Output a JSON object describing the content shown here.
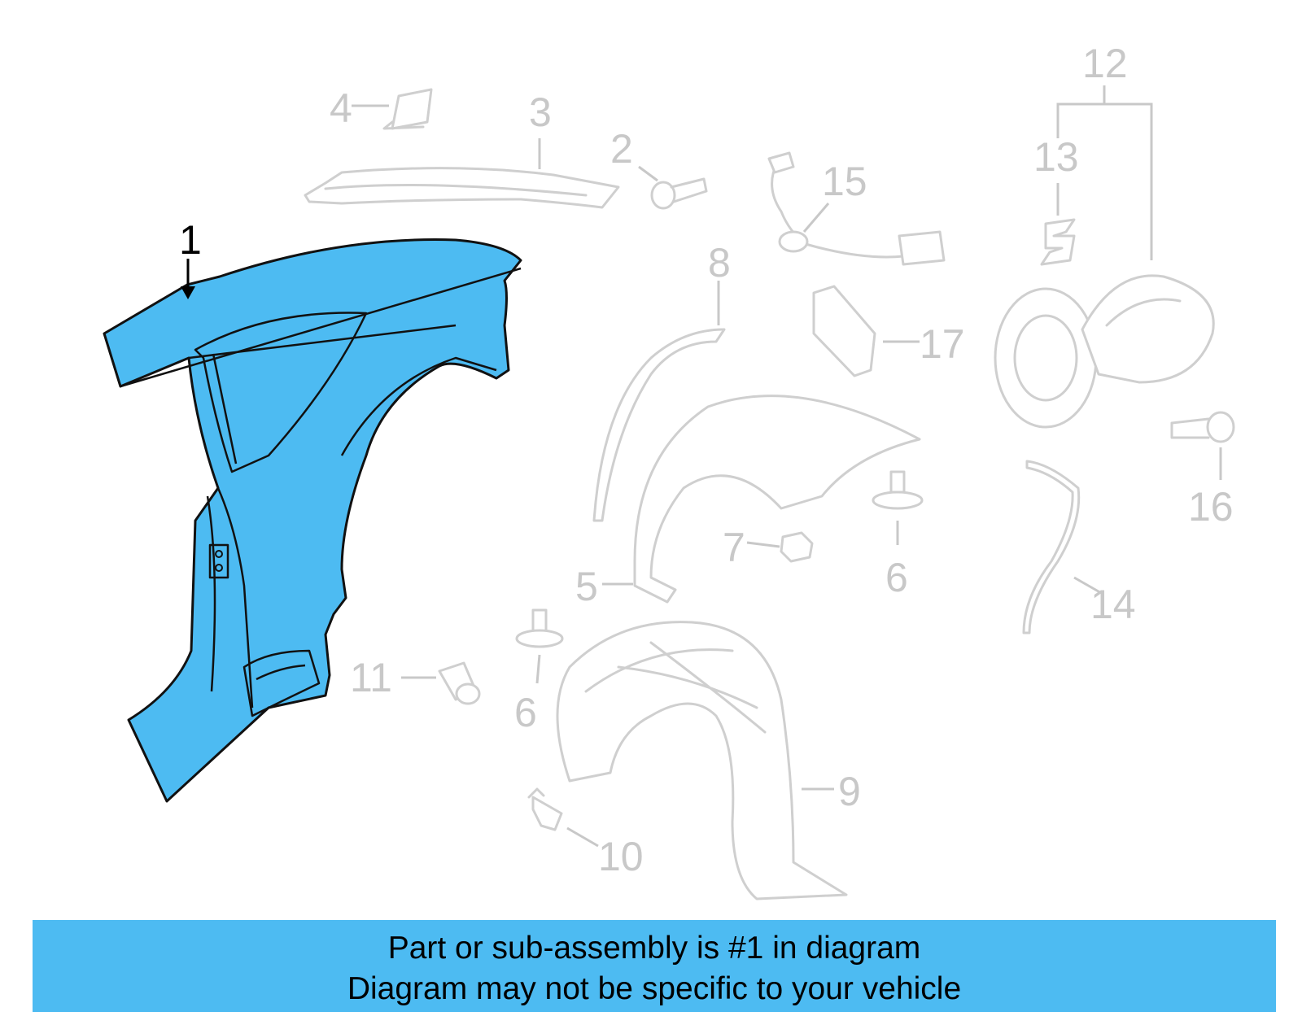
{
  "diagram": {
    "highlighted_part": "1",
    "callouts": {
      "c1": "1",
      "c2": "2",
      "c3": "3",
      "c4": "4",
      "c5": "5",
      "c6a": "6",
      "c6b": "6",
      "c7": "7",
      "c8": "8",
      "c9": "9",
      "c10": "10",
      "c11": "11",
      "c12": "12",
      "c13": "13",
      "c14": "14",
      "c15": "15",
      "c16": "16",
      "c17": "17"
    },
    "colors": {
      "highlight": "#4dbbf2",
      "ghost": "#cfcfcf",
      "outline": "#111111"
    }
  },
  "footer": {
    "line1": "Part or sub-assembly is #1 in diagram",
    "line2": "Diagram may not be specific to your vehicle"
  }
}
